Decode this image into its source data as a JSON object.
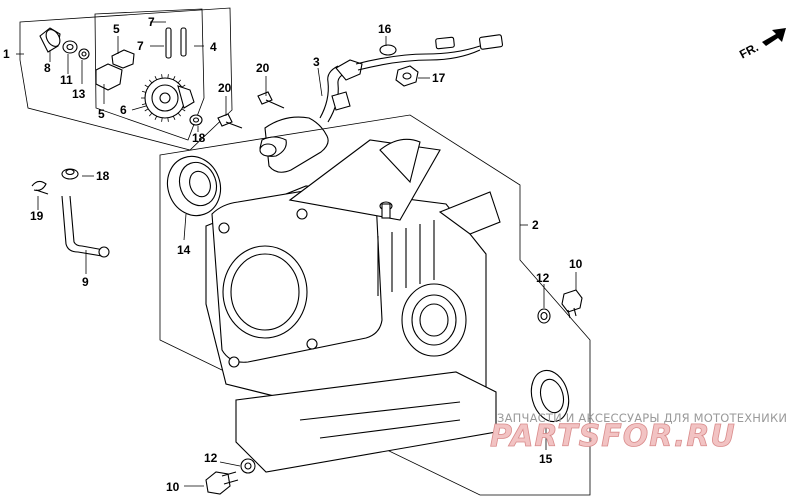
{
  "diagram": {
    "direction_label": "FR.",
    "callouts": {
      "c1": "1",
      "c2": "2",
      "c3": "3",
      "c4": "4",
      "c5a": "5",
      "c5b": "5",
      "c6": "6",
      "c7a": "7",
      "c7b": "7",
      "c8": "8",
      "c9": "9",
      "c10a": "10",
      "c10b": "10",
      "c11": "11",
      "c12a": "12",
      "c12b": "12",
      "c13": "13",
      "c14": "14",
      "c15": "15",
      "c16": "16",
      "c17": "17",
      "c18a": "18",
      "c18b": "18",
      "c19": "19",
      "c20a": "20",
      "c20b": "20"
    }
  },
  "watermark": {
    "caption": "ЗАПЧАСТИ И АКСЕССУАРЫ ДЛЯ МОТОТЕХНИКИ",
    "logo": "PARTSFOR.RU"
  }
}
